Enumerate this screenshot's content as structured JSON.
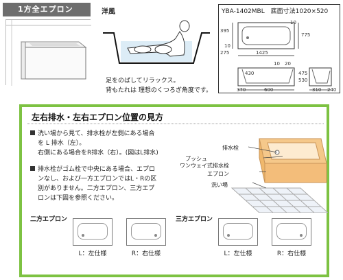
{
  "left_panel": {
    "header": "1方全エプロン"
  },
  "western": {
    "title": "洋風",
    "note_line1": "足をのばしてリラックス。",
    "note_line2": "背もたれは 理想のくつろぎ角度です。"
  },
  "spec": {
    "model": "YBA-1402MBL",
    "size_label": "底面寸法1020×520",
    "top_dims": {
      "d395": "395",
      "d10a": "10",
      "d775": "775",
      "d10b": "10",
      "d275": "275",
      "d1425": "1425"
    },
    "bottom_dims": {
      "d10c": "10",
      "d20": "20",
      "d430": "430",
      "d475": "475",
      "d530": "530",
      "d370": "370",
      "d600": "600",
      "d310": "310",
      "d240": "240"
    }
  },
  "section": {
    "title": "左右排水・左右エプロン位置の見方",
    "para1_line1": "洗い場から見て、排水栓が左側にある場合",
    "para1_line2": "を L 排水（左）。",
    "para1_line3": "右側にある場合をR排水（右）。(図はL排水)",
    "para2_line1": "排水栓がゴム栓で中央にある場合、エプロ",
    "para2_line2": "ンなし、および一方エプロンではL・Rの区",
    "para2_line3": "別がありません。二方エプロン、三方エプ",
    "para2_line4": "ロンは下図を参照ください。"
  },
  "diagram_labels": {
    "drain_plug": "排水栓",
    "push_oneway_1": "プッシュ",
    "push_oneway_2": "ワンウェイ式排水栓",
    "apron": "エプロン",
    "wash_area": "洗い場"
  },
  "variants": {
    "two_way": {
      "title": "二方エプロン",
      "left": "L：左仕様",
      "right": "R：右仕様"
    },
    "three_way": {
      "title": "三方エプロン",
      "left": "L：左仕様",
      "right": "R：右仕様"
    }
  },
  "colors": {
    "accent_green": "#7dc242",
    "header_gray": "#6e6e6e",
    "tub_orange": "#f5c88a"
  }
}
